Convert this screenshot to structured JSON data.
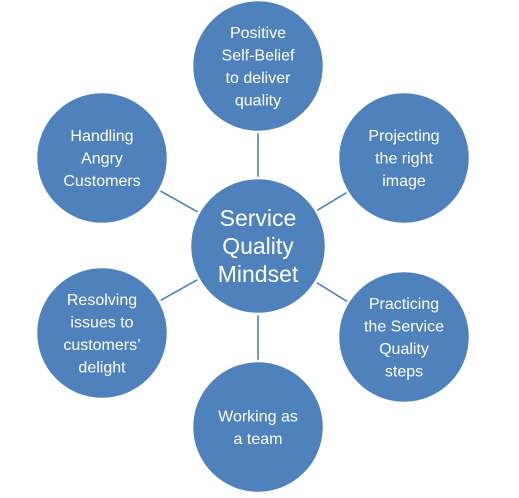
{
  "diagram": {
    "center": {
      "lines": [
        "Service",
        "Quality",
        "Mindset"
      ]
    },
    "nodes": [
      {
        "id": "positive-self-belief",
        "lines": [
          "Positive",
          "Self-Belief",
          "to deliver",
          "quality"
        ]
      },
      {
        "id": "projecting-right-image",
        "lines": [
          "Projecting",
          "the right",
          "image"
        ]
      },
      {
        "id": "practicing-service-quality-steps",
        "lines": [
          "Practicing",
          "the Service",
          "Quality",
          "steps"
        ]
      },
      {
        "id": "working-as-team",
        "lines": [
          "Working as",
          "a team"
        ]
      },
      {
        "id": "resolving-issues",
        "lines": [
          "Resolving",
          "issues to",
          "customers’",
          "delight"
        ]
      },
      {
        "id": "handling-angry-customers",
        "lines": [
          "Handling",
          "Angry",
          "Customers"
        ]
      }
    ],
    "colors": {
      "circle_fill": "#4f81bd",
      "circle_stroke": "#ffffff",
      "connector": "#4f7fb5",
      "text": "#ffffff"
    }
  }
}
